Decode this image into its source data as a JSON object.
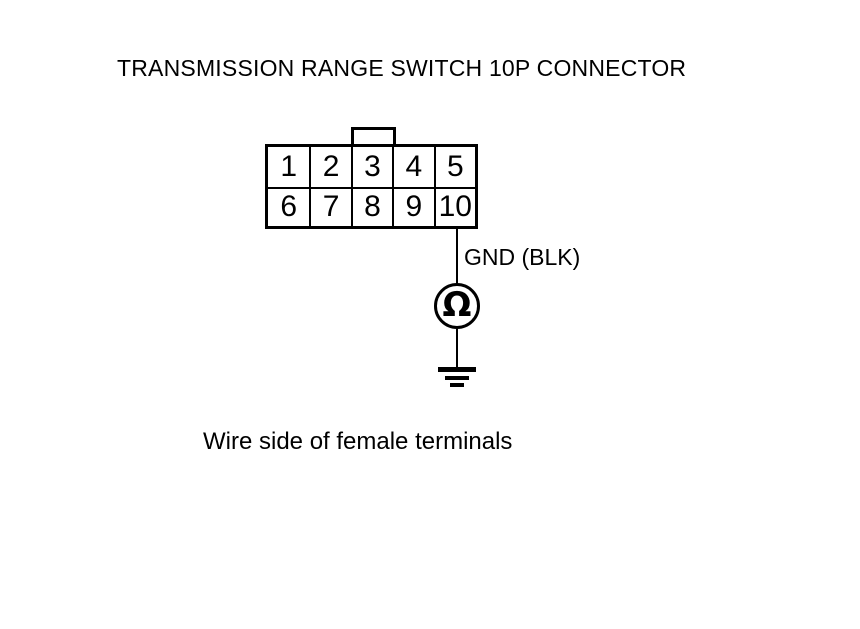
{
  "title": "TRANSMISSION RANGE SWITCH 10P CONNECTOR",
  "connector": {
    "rows": [
      {
        "pins": [
          "1",
          "2",
          "3",
          "4",
          "5"
        ]
      },
      {
        "pins": [
          "6",
          "7",
          "8",
          "9",
          "10"
        ]
      }
    ]
  },
  "wire": {
    "label": "GND (BLK)"
  },
  "meter": {
    "symbol": "Ω",
    "kind": "ohmmeter"
  },
  "icons": {
    "ground": "ground-symbol",
    "ohmmeter": "ohmmeter-circle-omega"
  },
  "caption": "Wire side of female terminals",
  "colors": {
    "ink": "#000000",
    "background": "#ffffff"
  }
}
